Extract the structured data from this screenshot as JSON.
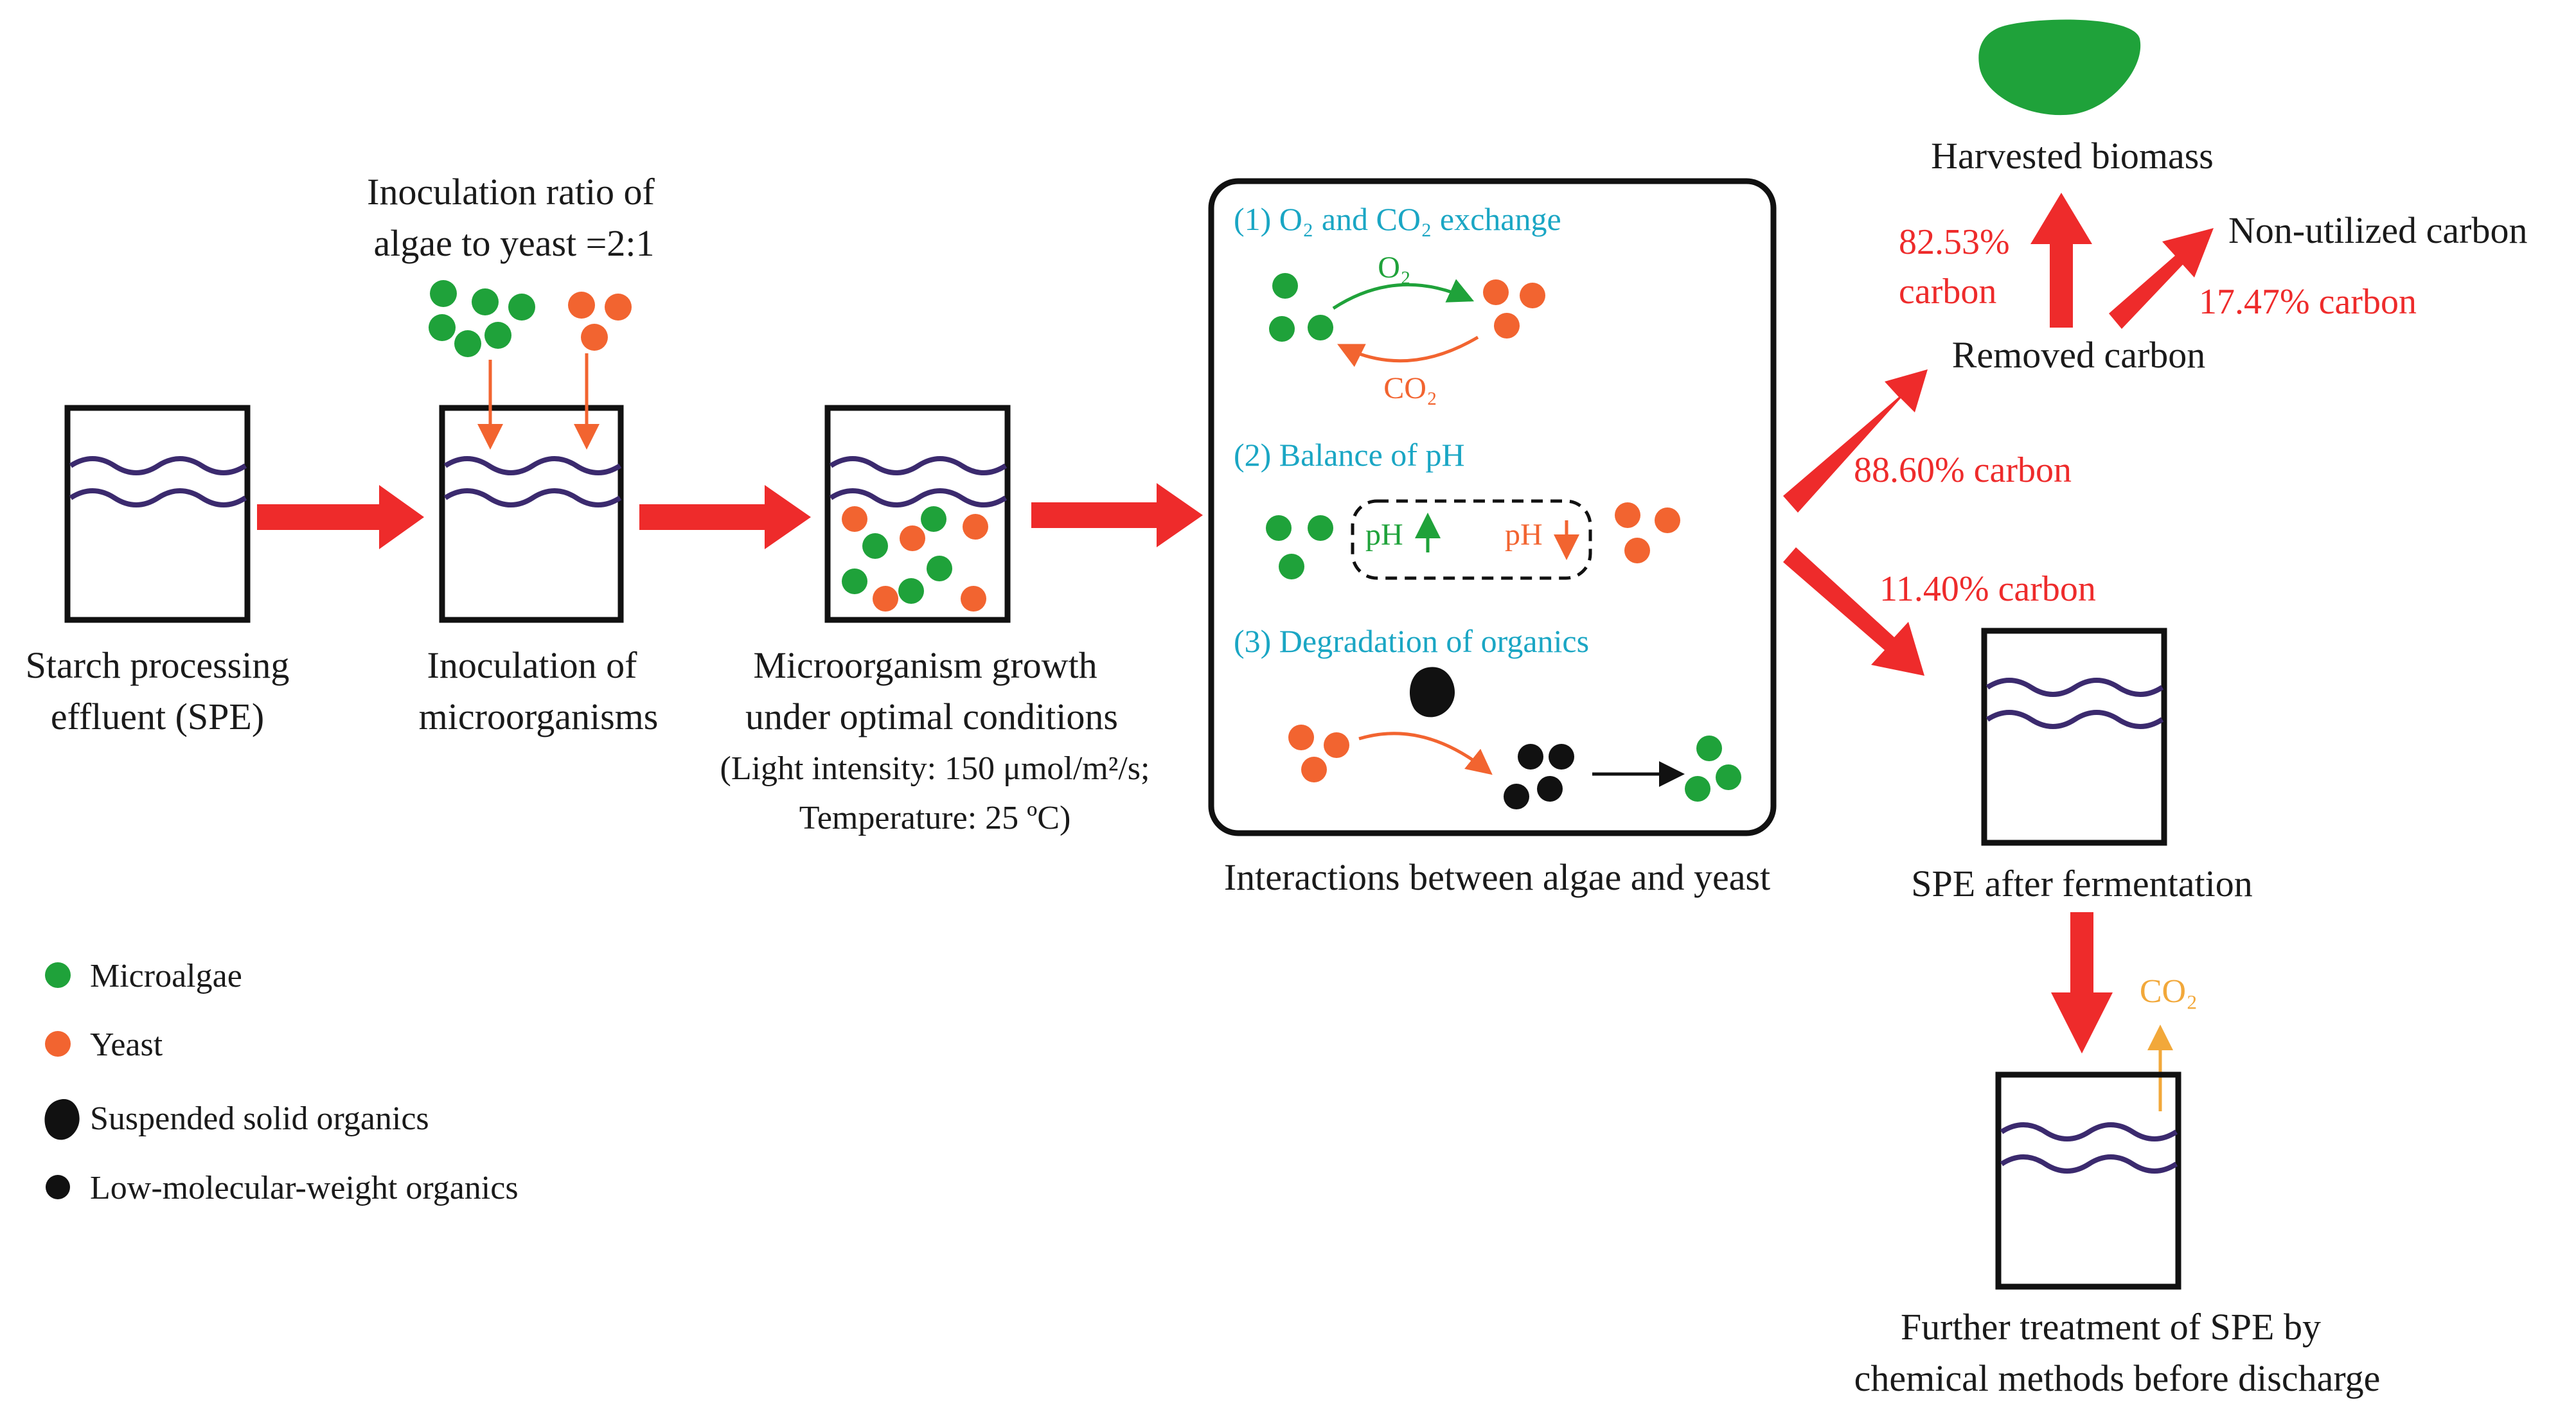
{
  "colors": {
    "microalgae": "#1fa23a",
    "yeast": "#f26430",
    "organics": "#111111",
    "arrow": "#ee2b2b",
    "water": "#3b2a6e",
    "step_text": "#1aa6c4",
    "co2_orange": "#f2a83a"
  },
  "labels": {
    "ratio_line1": "Inoculation ratio of",
    "ratio_line2": "algae to yeast =2:1",
    "spe_line1": "Starch processing",
    "spe_line2": "effluent (SPE)",
    "inoc_line1": "Inoculation of",
    "inoc_line2": "microorganisms",
    "growth_line1": "Microorganism growth",
    "growth_line2": "under optimal conditions",
    "growth_cond1": "(Light intensity: 150 μmol/m²/s;",
    "growth_cond2": "Temperature: 25 ºC)",
    "interactions": "Interactions between algae and yeast",
    "harvested": "Harvested biomass",
    "nonutil": "Non-utilized carbon",
    "removed": "Removed carbon",
    "spe_after": "SPE after fermentation",
    "further_line1": "Further treatment of SPE by",
    "further_line2": "chemical methods before discharge"
  },
  "interaction_box": {
    "step1": "(1) O₂ and CO₂ exchange",
    "o2": "O₂",
    "co2": "CO₂",
    "step2": "(2) Balance of pH",
    "ph_up": "pH",
    "ph_down": "pH",
    "step3": "(3) Degradation of organics"
  },
  "percentages": {
    "harvest_pct": "82.53%",
    "harvest_unit": "carbon",
    "nonutil": "17.47% carbon",
    "removed": "88.60% carbon",
    "remaining": "11.40% carbon"
  },
  "co2_release": "CO₂",
  "legend": [
    {
      "icon": "green-dot",
      "label": "Microalgae"
    },
    {
      "icon": "orange-dot",
      "label": "Yeast"
    },
    {
      "icon": "black-blob",
      "label": "Suspended solid organics"
    },
    {
      "icon": "black-dot",
      "label": "Low-molecular-weight organics"
    }
  ]
}
